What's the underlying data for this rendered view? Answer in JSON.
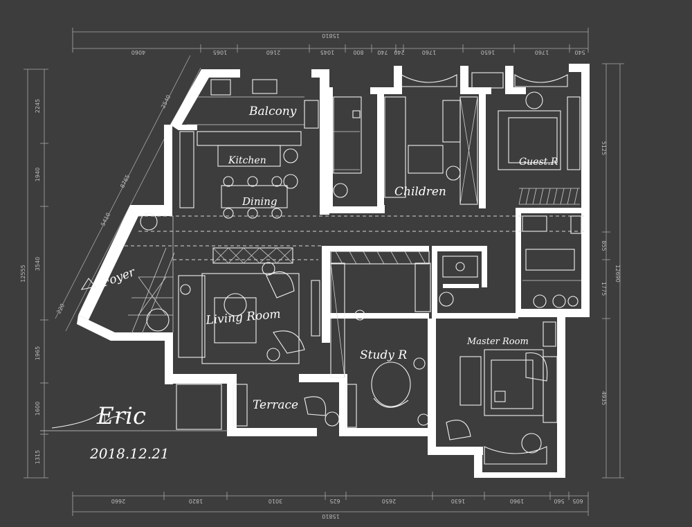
{
  "rooms": {
    "balcony": "Balcony",
    "kitchen": "Kitchen",
    "dining": "Dining",
    "children": "Children",
    "guest": "Guest.R",
    "foyer": "Foyer",
    "living": "Living Room",
    "study": "Study R",
    "master": "Master Room",
    "terrace": "Terrace"
  },
  "dimensions": {
    "top_total": "15810",
    "top_segments": [
      "4060",
      "1065",
      "2160",
      "1045",
      "800",
      "740",
      "240",
      "1760",
      "1650",
      "1760",
      "540"
    ],
    "bottom_total": "15810",
    "bottom_segments": [
      "2660",
      "1820",
      "3010",
      "625",
      "2650",
      "1630",
      "1960",
      "560",
      "605"
    ],
    "left_outer": "12555",
    "left_segments": [
      "2245",
      "1940",
      "3540",
      "1965",
      "1600",
      "1315"
    ],
    "diagonal_segments": [
      "2540",
      "8765",
      "5410",
      "220"
    ],
    "right_outer": "12690",
    "right_segments": [
      "5125",
      "855",
      "1775",
      "4935"
    ]
  },
  "signature": {
    "name": "Eric",
    "date": "2018.12.21"
  },
  "colors": {
    "background": "#3d3d3e",
    "walls": "#ffffff",
    "lines": "#c8c8c8"
  }
}
